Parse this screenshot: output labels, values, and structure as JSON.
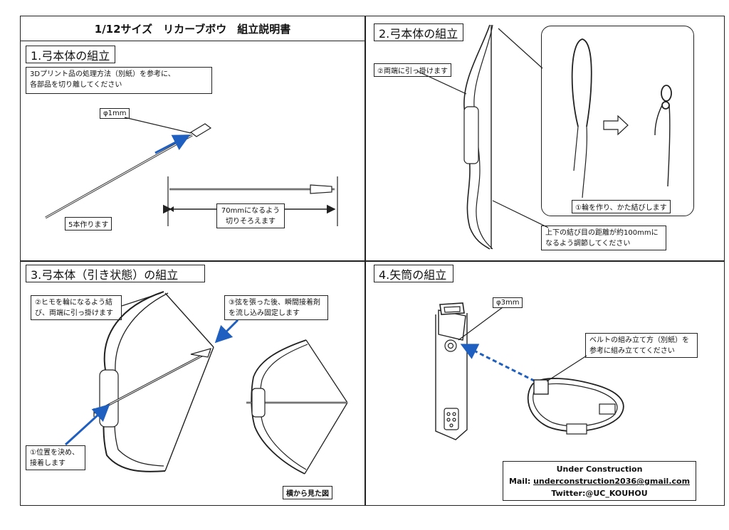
{
  "doc_title": "1/12サイズ　リカーブボウ　組立説明書",
  "sections": [
    {
      "heading": "1.弓本体の組立",
      "notes": {
        "intro_line1": "3Dプリント品の処理方法（別紙）を参考に、",
        "intro_line2": "各部品を切り離してください",
        "diameter": "φ1mm",
        "make_five": "5本作ります",
        "length_line1": "70mmになるよう",
        "length_line2": "切りそろえます"
      }
    },
    {
      "heading": "2.弓本体の組立",
      "notes": {
        "hook_both_ends": "②両端に引っ掛けます",
        "loop_knot": "①輪を作り、かた結びします",
        "distance_line1": "上下の結び目の距離が約100mmに",
        "distance_line2": "なるよう調節してください"
      }
    },
    {
      "heading": "3.弓本体（引き状態）の組立",
      "notes": {
        "string_line1": "②ヒモを輪になるよう結",
        "string_line2": "び、両端に引っ掛けます",
        "glue_line1": "③弦を張った後、瞬間接着剤",
        "glue_line2": "を流し込み固定します",
        "position_line1": "①位置を決め、",
        "position_line2": "接着します",
        "side_view": "横から見た図"
      }
    },
    {
      "heading": "4.矢筒の組立",
      "notes": {
        "diameter": "φ3mm",
        "belt_line1": "ベルトの組み立て方（別紙）を",
        "belt_line2": "参考に組み立ててください"
      }
    }
  ],
  "footer": {
    "name": "Under Construction",
    "mail_label": "Mail: ",
    "mail": "underconstruction2036@gmail.com",
    "twitter": "Twitter:@UC_KOUHOU"
  },
  "colors": {
    "arrow_blue": "#1f5fbf",
    "line": "#222222"
  }
}
